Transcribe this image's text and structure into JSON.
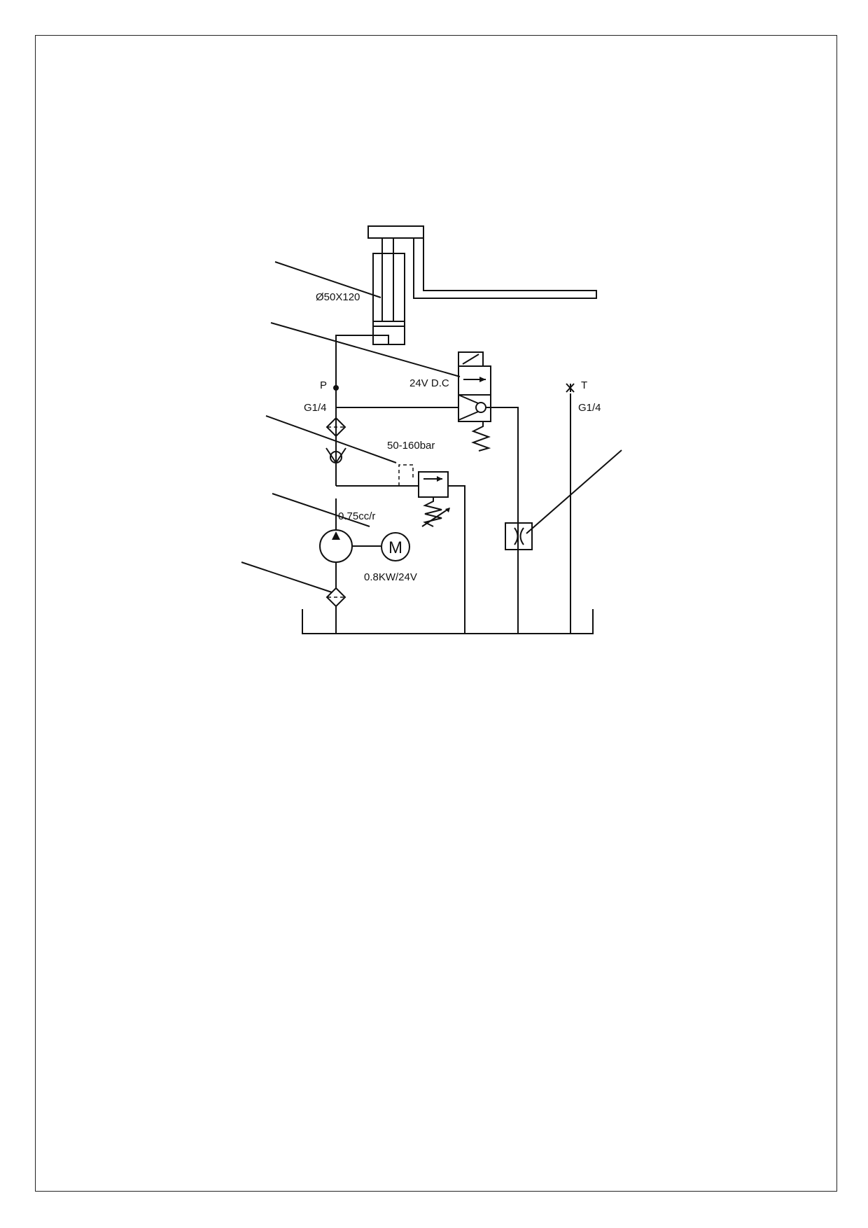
{
  "labels": {
    "cylinder_size": "Ø50X120",
    "valve_voltage": "24V D.C",
    "pressure_port_letter": "P",
    "pressure_port_thread": "G1/4",
    "tank_port_letter": "T",
    "tank_port_thread": "G1/4",
    "relief_pressure_range": "50-160bar",
    "pump_displacement": "0.75cc/r",
    "motor_letter": "M",
    "motor_rating": "0.8KW/24V"
  }
}
